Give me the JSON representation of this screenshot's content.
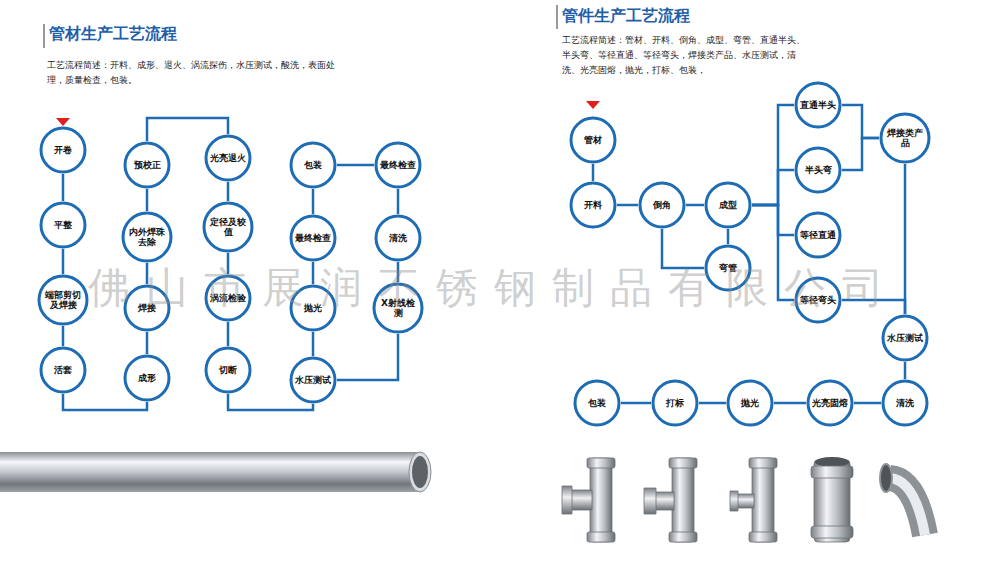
{
  "diagram": {
    "title": "管材生产工艺流程",
    "nodes": [
      {
        "text": [
          "开卷"
        ]
      },
      {
        "text": [
          "平整"
        ]
      },
      {
        "text": [
          "端部剪切及焊接"
        ]
      },
      {
        "text": [
          "活套"
        ]
      },
      {
        "text": [
          "预校正"
        ]
      },
      {
        "text": [
          "内外焊珠去除"
        ]
      },
      {
        "text": [
          "焊接"
        ]
      },
      {
        "text": [
          "成形"
        ]
      },
      {
        "text": [
          "光亮退火"
        ]
      },
      {
        "text": [
          "定径及较值"
        ]
      },
      {
        "text": [
          "涡流检验"
        ]
      },
      {
        "text": [
          "切断"
        ]
      },
      {
        "text": [
          "包装"
        ]
      },
      {
        "text": [
          "最终检查"
        ]
      },
      {
        "text": [
          "抛光"
        ]
      },
      {
        "text": [
          "水压测试"
        ]
      },
      {
        "text": [
          "最终检查"
        ]
      },
      {
        "text": [
          "清洗"
        ]
      },
      {
        "text": [
          "X射线检测"
        ]
      },
      {
        "text": [
          "管材"
        ]
      },
      {
        "text": [
          "开料"
        ]
      },
      {
        "text": [
          "倒角"
        ]
      },
      {
        "text": [
          "成型"
        ]
      },
      {
        "text": [
          "弯管"
        ]
      },
      {
        "text": [
          "直通半头"
        ]
      },
      {
        "text": [
          "半头弯"
        ]
      },
      {
        "text": [
          "等径直通"
        ]
      },
      {
        "text": [
          "等径弯头"
        ]
      },
      {
        "text": [
          "焊接类产品"
        ]
      },
      {
        "text": [
          "水压测试"
        ]
      },
      {
        "text": [
          "清洗"
        ]
      },
      {
        "text": [
          "光亮固熔"
        ]
      },
      {
        "text": [
          "抛光"
        ]
      },
      {
        "text": [
          "打标"
        ]
      },
      {
        "text": [
          "包装"
        ]
      }
    ],
    "edges": [
      {
        "from": 0,
        "to": 1,
        "arrow": "none"
      },
      {
        "from": 1,
        "to": 2,
        "arrow": "none"
      },
      {
        "from": 2,
        "to": 3,
        "arrow": "none"
      },
      {
        "from": 3,
        "to": 7,
        "arrow": "none"
      },
      {
        "from": 7,
        "to": 6,
        "arrow": "none"
      },
      {
        "from": 6,
        "to": 5,
        "arrow": "none"
      },
      {
        "from": 5,
        "to": 4,
        "arrow": "none"
      },
      {
        "from": 4,
        "to": 8,
        "arrow": "none"
      },
      {
        "from": 8,
        "to": 9,
        "arrow": "none"
      },
      {
        "from": 9,
        "to": 10,
        "arrow": "none"
      },
      {
        "from": 10,
        "to": 11,
        "arrow": "none"
      },
      {
        "from": 11,
        "to": 15,
        "arrow": "none"
      },
      {
        "from": 15,
        "to": 14,
        "arrow": "none"
      },
      {
        "from": 14,
        "to": 13,
        "arrow": "none"
      },
      {
        "from": 13,
        "to": 12,
        "arrow": "none"
      },
      {
        "from": 15,
        "to": 18,
        "arrow": "none"
      },
      {
        "from": 18,
        "to": 17,
        "arrow": "none"
      },
      {
        "from": 17,
        "to": 16,
        "arrow": "none"
      },
      {
        "from": 16,
        "to": 12,
        "arrow": "none"
      },
      {
        "from": 19,
        "to": 20,
        "arrow": "none"
      },
      {
        "from": 20,
        "to": 21,
        "arrow": "none"
      },
      {
        "from": 21,
        "to": 22,
        "arrow": "none"
      },
      {
        "from": 21,
        "to": 23,
        "arrow": "none"
      },
      {
        "from": 22,
        "to": 23,
        "arrow": "none"
      },
      {
        "from": 22,
        "to": 24,
        "arrow": "none"
      },
      {
        "from": 22,
        "to": 25,
        "arrow": "none"
      },
      {
        "from": 22,
        "to": 26,
        "arrow": "none"
      },
      {
        "from": 22,
        "to": 27,
        "arrow": "none"
      },
      {
        "from": 24,
        "to": 28,
        "arrow": "none"
      },
      {
        "from": 25,
        "to": 28,
        "arrow": "none"
      },
      {
        "from": 28,
        "to": 29,
        "arrow": "none"
      },
      {
        "from": 27,
        "to": 29,
        "arrow": "none"
      },
      {
        "from": 29,
        "to": 30,
        "arrow": "none"
      },
      {
        "from": 30,
        "to": 31,
        "arrow": "none"
      },
      {
        "from": 31,
        "to": 32,
        "arrow": "none"
      },
      {
        "from": 32,
        "to": 33,
        "arrow": "none"
      },
      {
        "from": 33,
        "to": 34,
        "arrow": "none"
      }
    ],
    "labels": [
      "管件生产工艺流程",
      "工艺流程简述：开料、成形、退火、涡流探伤，水压测试，酸洗，表面处理，质量检查，包装。",
      "工艺流程简述：管材、开料、倒角、成型、弯管、直通半头、半头弯、等径直通、等径弯头，焊接类产品、水压测试，清洗、光亮固熔，抛光，打标、包装，",
      "佛山市展润不锈钢制品有限公司"
    ]
  }
}
